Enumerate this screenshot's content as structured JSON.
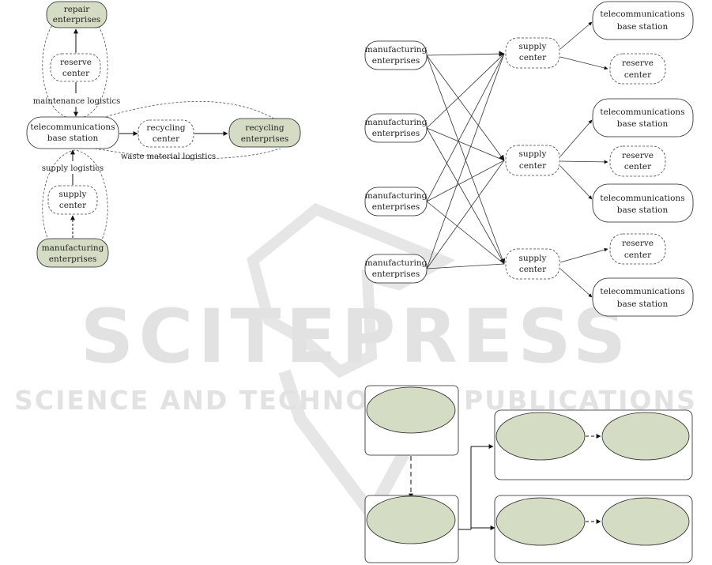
{
  "watermark": {
    "name": "SCITEPRESS",
    "tagline": "SCIENCE AND TECHNOLOGY PUBLICATIONS"
  },
  "left_diagram": {
    "repair": [
      "repair",
      "enterprises"
    ],
    "reserve": [
      "reserve",
      "center"
    ],
    "maintenance_label": "maintenance logistics",
    "base_station": [
      "telecommunications",
      "base station"
    ],
    "recycling_center": [
      "recycling",
      "center"
    ],
    "recycling_enterprises": [
      "recycling",
      "enterprises"
    ],
    "waste_label": "waste material logistics",
    "supply_label": "supply logistics",
    "supply_center": [
      "supply",
      "center"
    ],
    "manufacturing": [
      "manufacturing",
      "enterprises"
    ]
  },
  "right_diagram": {
    "manufacturing": [
      "manufacturing",
      "enterprises"
    ],
    "supply_center": [
      "supply",
      "center"
    ],
    "base_station": [
      "telecommunications",
      "base station"
    ],
    "reserve_center": [
      "reserve",
      "center"
    ]
  },
  "colors": {
    "green_fill": "#d5dcc4",
    "stroke": "#222222"
  }
}
